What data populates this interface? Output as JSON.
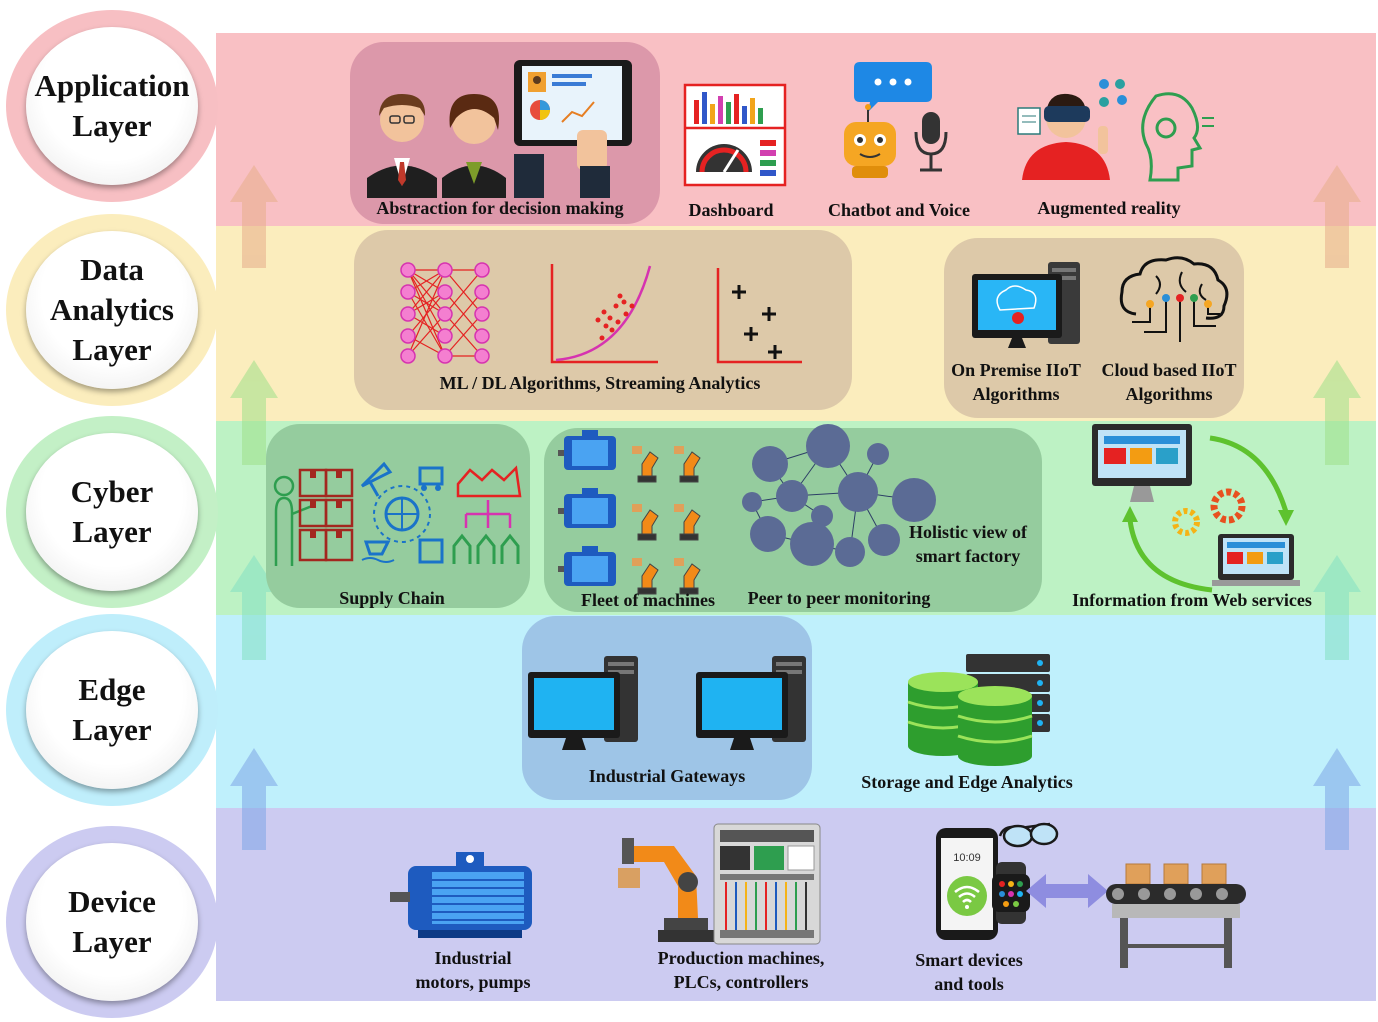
{
  "colors": {
    "application": "#f9c0c4",
    "data_analytics": "#fbedbd",
    "cyber": "#bdf2c4",
    "edge": "#bff0fc",
    "device": "#cccbf1"
  },
  "layers": {
    "application": "Application\nLayer",
    "data_analytics": "Data\nAnalytics\nLayer",
    "cyber": "Cyber\nLayer",
    "edge": "Edge\nLayer",
    "device": "Device\nLayer"
  },
  "application": {
    "abstraction": "Abstraction for decision making",
    "dashboard": "Dashboard",
    "chatbot": "Chatbot and Voice",
    "ar": "Augmented reality"
  },
  "analytics": {
    "ml": "ML / DL Algorithms, Streaming Analytics",
    "on_premise": "On Premise IIoT\nAlgorithms",
    "cloud": "Cloud based IIoT\nAlgorithms"
  },
  "cyber": {
    "supply_chain": "Supply Chain",
    "fleet": "Fleet of machines",
    "holistic": "Holistic view of\nsmart factory",
    "p2p": "Peer to peer monitoring",
    "web": "Information from Web services"
  },
  "edge": {
    "gateways": "Industrial Gateways",
    "storage": "Storage and Edge Analytics"
  },
  "device": {
    "motors": "Industrial\nmotors, pumps",
    "production": "Production machines,\nPLCs, controllers",
    "smart": "Smart devices\nand tools",
    "phone_time": "10:09"
  }
}
